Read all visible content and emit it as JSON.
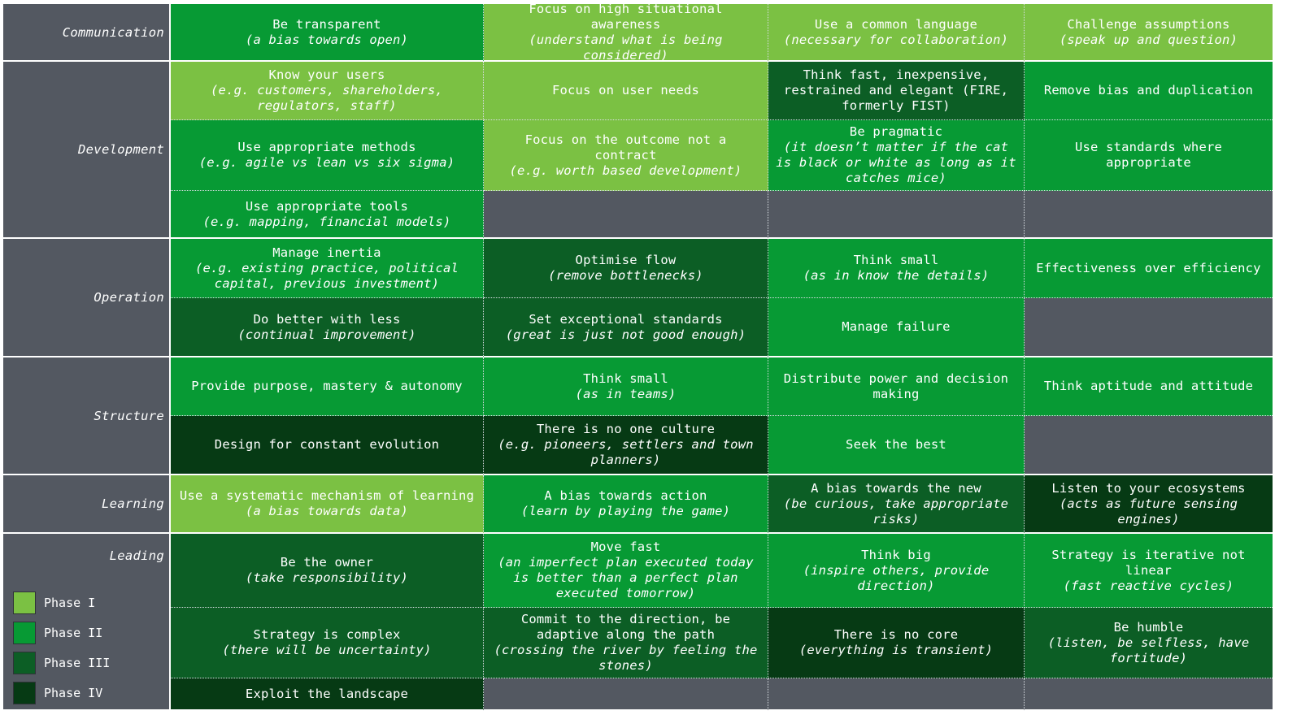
{
  "colors": {
    "phase1": "#7bc143",
    "phase2": "#079a34",
    "phase3": "#0c5e25",
    "phase4": "#063a14",
    "empty": "#535861",
    "category_bg": "#535861",
    "gridline": "#d9dde3"
  },
  "legend": [
    {
      "label": "Phase I",
      "phase": 1
    },
    {
      "label": "Phase II",
      "phase": 2
    },
    {
      "label": "Phase III",
      "phase": 3
    },
    {
      "label": "Phase IV",
      "phase": 4
    }
  ],
  "categories": [
    {
      "name": "Communication",
      "rows": [
        [
          {
            "text": "Be transparent",
            "note": "(a bias towards open)",
            "phase": 2
          },
          {
            "text": "Focus on high situational awareness",
            "note": "(understand what is being considered)",
            "phase": 1
          },
          {
            "text": "Use a common language",
            "note": "(necessary for collaboration)",
            "phase": 1
          },
          {
            "text": "Challenge assumptions",
            "note": "(speak up and question)",
            "phase": 1
          }
        ]
      ]
    },
    {
      "name": "Development",
      "rows": [
        [
          {
            "text": "Know your users",
            "note": "(e.g. customers, shareholders, regulators, staff)",
            "phase": 1
          },
          {
            "text": "Focus on user needs",
            "note": "",
            "phase": 1
          },
          {
            "text": "Think fast, inexpensive, restrained and elegant (FIRE, formerly FIST)",
            "note": "",
            "phase": 3
          },
          {
            "text": "Remove bias and duplication",
            "note": "",
            "phase": 2
          }
        ],
        [
          {
            "text": "Use appropriate methods",
            "note": "(e.g. agile vs lean vs six sigma)",
            "phase": 2
          },
          {
            "text": "Focus on the outcome not a contract",
            "note": "(e.g. worth based development)",
            "phase": 1
          },
          {
            "text": "Be pragmatic",
            "note": "(it doesn’t matter if the cat is black or white as long as it catches mice)",
            "phase": 2
          },
          {
            "text": "Use standards where appropriate",
            "note": "",
            "phase": 2
          }
        ],
        [
          {
            "text": "Use appropriate tools",
            "note": "(e.g. mapping, financial models)",
            "phase": 2
          },
          null,
          null,
          null
        ]
      ]
    },
    {
      "name": "Operation",
      "rows": [
        [
          {
            "text": "Manage inertia",
            "note": "(e.g. existing practice, political capital, previous investment)",
            "phase": 2
          },
          {
            "text": "Optimise flow",
            "note": "(remove bottlenecks)",
            "phase": 3
          },
          {
            "text": "Think small",
            "note": "(as in know the details)",
            "phase": 2
          },
          {
            "text": "Effectiveness over efficiency",
            "note": "",
            "phase": 2
          }
        ],
        [
          {
            "text": "Do better with less",
            "note": "(continual improvement)",
            "phase": 3
          },
          {
            "text": "Set exceptional standards",
            "note": "(great is just not good enough)",
            "phase": 3
          },
          {
            "text": "Manage failure",
            "note": "",
            "phase": 2
          },
          null
        ]
      ]
    },
    {
      "name": "Structure",
      "rows": [
        [
          {
            "text": "Provide purpose, mastery & autonomy",
            "note": "",
            "phase": 2
          },
          {
            "text": "Think small",
            "note": "(as in teams)",
            "phase": 2
          },
          {
            "text": "Distribute power and decision making",
            "note": "",
            "phase": 2
          },
          {
            "text": "Think aptitude and attitude",
            "note": "",
            "phase": 2
          }
        ],
        [
          {
            "text": "Design for constant evolution",
            "note": "",
            "phase": 4
          },
          {
            "text": "There is no one culture",
            "note": "(e.g. pioneers, settlers and town planners)",
            "phase": 4
          },
          {
            "text": "Seek the best",
            "note": "",
            "phase": 2
          },
          null
        ]
      ]
    },
    {
      "name": "Learning",
      "rows": [
        [
          {
            "text": "Use a systematic mechanism of learning",
            "note": "(a bias towards data)",
            "phase": 1
          },
          {
            "text": "A bias towards action",
            "note": "(learn by playing the game)",
            "phase": 2
          },
          {
            "text": "A bias towards the new",
            "note": "(be curious, take appropriate risks)",
            "phase": 3
          },
          {
            "text": "Listen to your ecosystems",
            "note": "(acts as future sensing engines)",
            "phase": 4
          }
        ]
      ]
    },
    {
      "name": "Leading",
      "rows": [
        [
          {
            "text": "Be the owner",
            "note": "(take responsibility)",
            "phase": 3
          },
          {
            "text": "Move fast",
            "note": "(an imperfect plan executed today is better than a perfect plan executed tomorrow)",
            "phase": 2
          },
          {
            "text": "Think big",
            "note": "(inspire others, provide direction)",
            "phase": 2
          },
          {
            "text": "Strategy is iterative not linear",
            "note": "(fast reactive cycles)",
            "phase": 2
          }
        ],
        [
          {
            "text": "Strategy is complex",
            "note": "(there will be uncertainty)",
            "phase": 3
          },
          {
            "text": "Commit to the direction, be adaptive along the path",
            "note": "(crossing the river by feeling the stones)",
            "phase": 3
          },
          {
            "text": "There is no core",
            "note": "(everything is transient)",
            "phase": 4
          },
          {
            "text": "Be humble",
            "note": "(listen, be selfless, have fortitude)",
            "phase": 3
          }
        ],
        [
          {
            "text": "Exploit the landscape",
            "note": "",
            "phase": 4
          },
          null,
          null,
          null
        ]
      ]
    }
  ]
}
